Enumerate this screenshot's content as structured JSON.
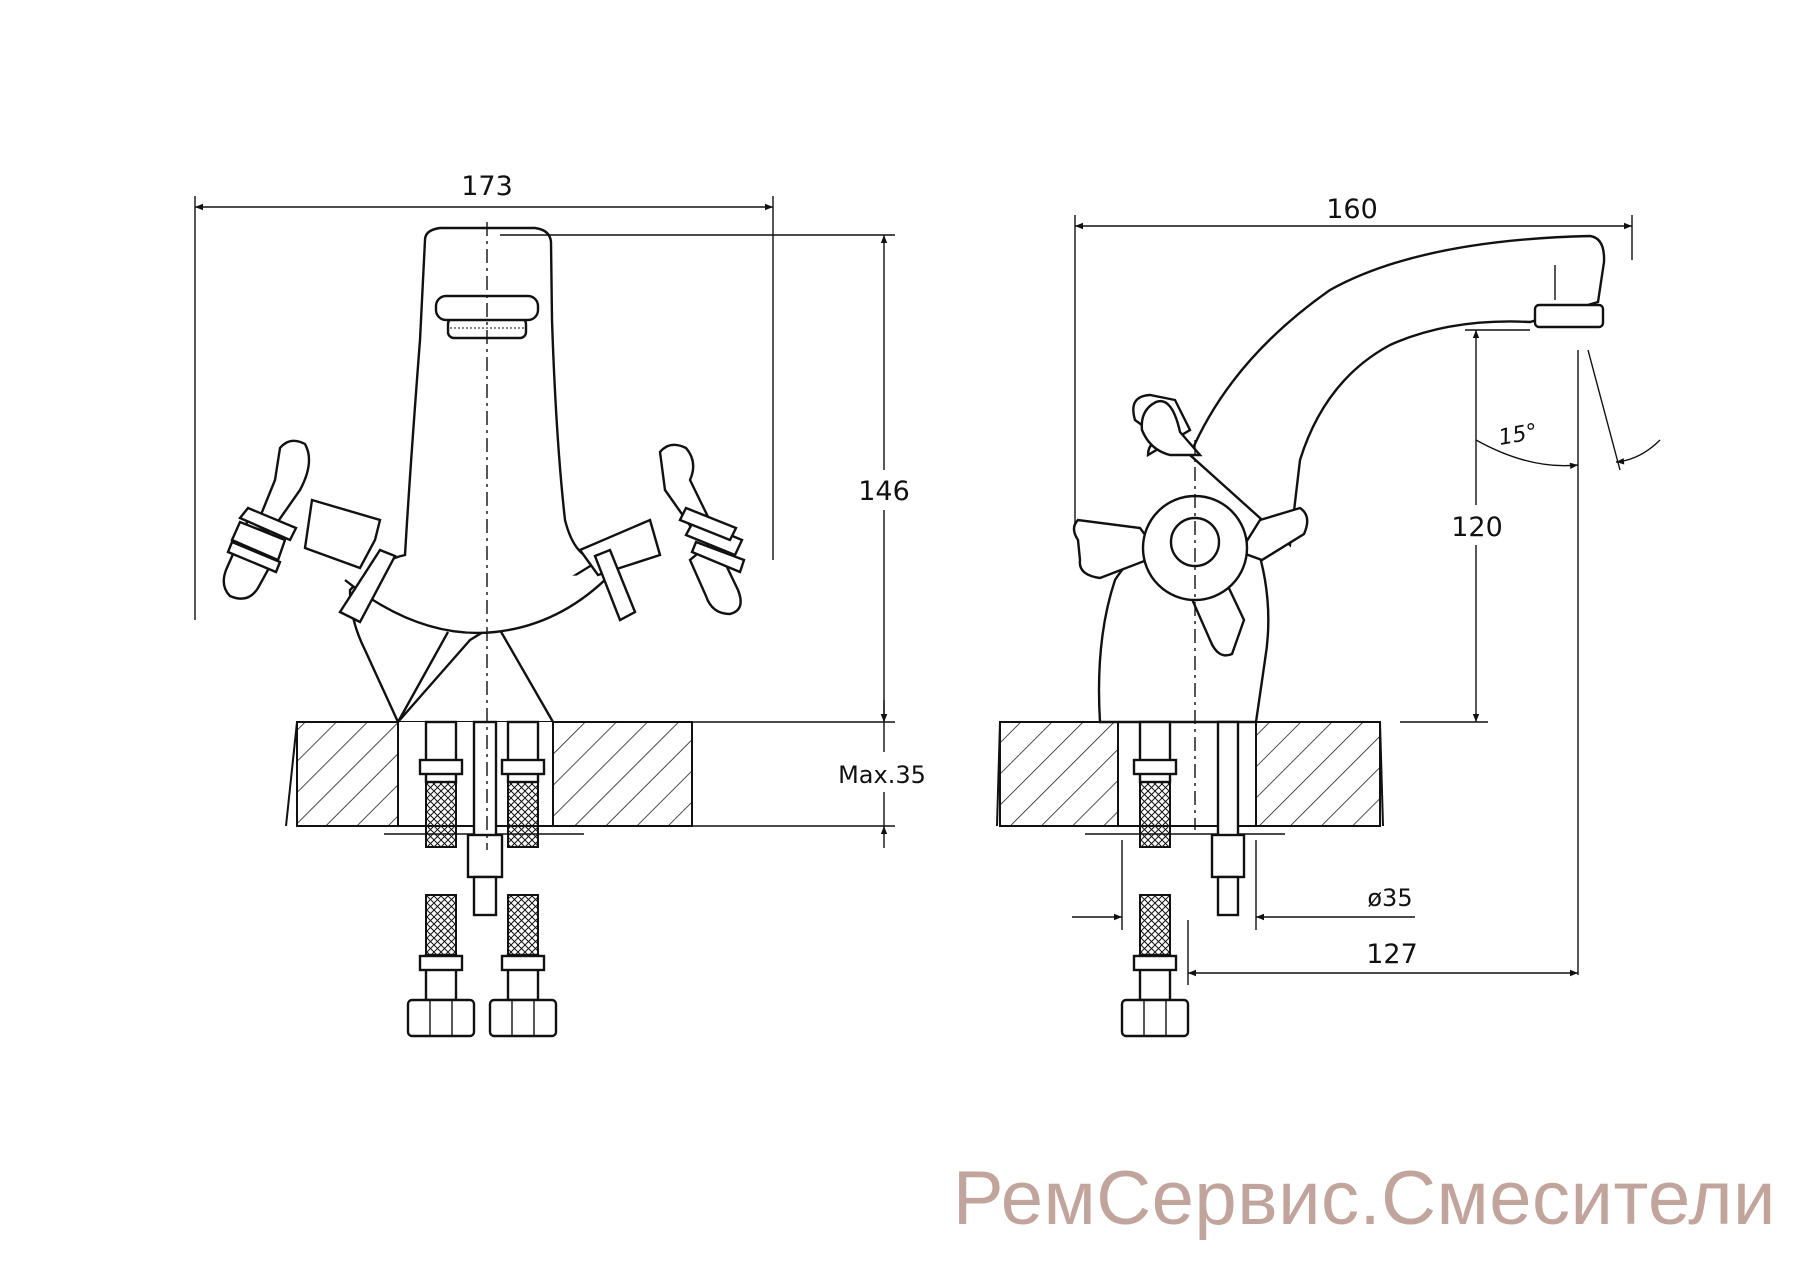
{
  "front_view": {
    "width_dim": "173",
    "height_dim": "146",
    "max_thickness_dim": "Max.35"
  },
  "side_view": {
    "length_dim": "160",
    "spout_height_dim": "120",
    "angle_dim": "15°",
    "diameter_dim": "ø35",
    "reach_dim": "127"
  },
  "watermark": "РемСервис.Смесители",
  "colors": {
    "line": "#111111",
    "watermark": "#c1a49b"
  }
}
